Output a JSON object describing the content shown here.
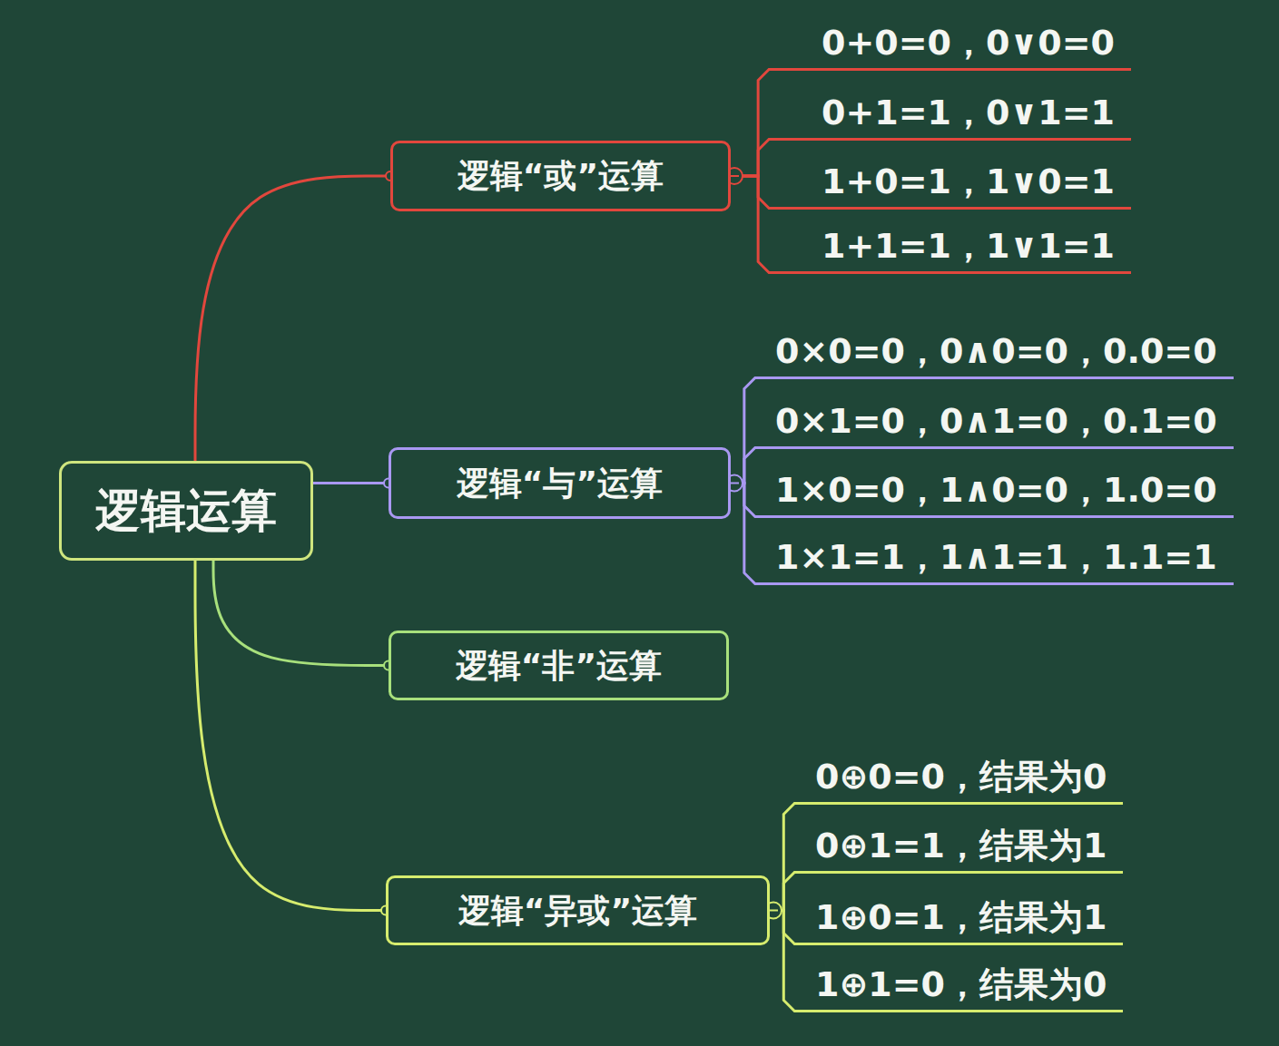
{
  "diagram": {
    "nodes": [
      {
        "text": [
          "逻辑运算"
        ]
      },
      {
        "text": [
          "逻辑“或”运算"
        ]
      },
      {
        "text": [
          "0+0=0，0∨0=0"
        ]
      },
      {
        "text": [
          "0+1=1，0∨1=1"
        ]
      },
      {
        "text": [
          "1+0=1，1∨0=1"
        ]
      },
      {
        "text": [
          "1+1=1，1∨1=1"
        ]
      },
      {
        "text": [
          "逻辑“与”运算"
        ]
      },
      {
        "text": [
          "0×0=0，0∧0=0，0.0=0"
        ]
      },
      {
        "text": [
          "0×1=0，0∧1=0，0.1=0"
        ]
      },
      {
        "text": [
          "1×0=0，1∧0=0，1.0=0"
        ]
      },
      {
        "text": [
          "1×1=1，1∧1=1，1.1=1"
        ]
      },
      {
        "text": [
          "逻辑“非”运算"
        ]
      },
      {
        "text": [
          "逻辑“异或”运算"
        ]
      },
      {
        "text": [
          "0⊕0=0，结果为0"
        ]
      },
      {
        "text": [
          "0⊕1=1，结果为1"
        ]
      },
      {
        "text": [
          "1⊕0=1，结果为1"
        ]
      },
      {
        "text": [
          "1⊕1=0，结果为0"
        ]
      }
    ],
    "edges": [
      {
        "from": 0,
        "to": 1,
        "arrow": "none"
      },
      {
        "from": 0,
        "to": 6,
        "arrow": "none"
      },
      {
        "from": 0,
        "to": 11,
        "arrow": "none"
      },
      {
        "from": 0,
        "to": 12,
        "arrow": "none"
      },
      {
        "from": 1,
        "to": 2,
        "arrow": "none"
      },
      {
        "from": 1,
        "to": 3,
        "arrow": "none"
      },
      {
        "from": 1,
        "to": 4,
        "arrow": "none"
      },
      {
        "from": 1,
        "to": 5,
        "arrow": "none"
      },
      {
        "from": 6,
        "to": 7,
        "arrow": "none"
      },
      {
        "from": 6,
        "to": 8,
        "arrow": "none"
      },
      {
        "from": 6,
        "to": 9,
        "arrow": "none"
      },
      {
        "from": 6,
        "to": 10,
        "arrow": "none"
      },
      {
        "from": 12,
        "to": 13,
        "arrow": "none"
      },
      {
        "from": 12,
        "to": 14,
        "arrow": "none"
      },
      {
        "from": 12,
        "to": 15,
        "arrow": "none"
      },
      {
        "from": 12,
        "to": 16,
        "arrow": "none"
      }
    ]
  }
}
